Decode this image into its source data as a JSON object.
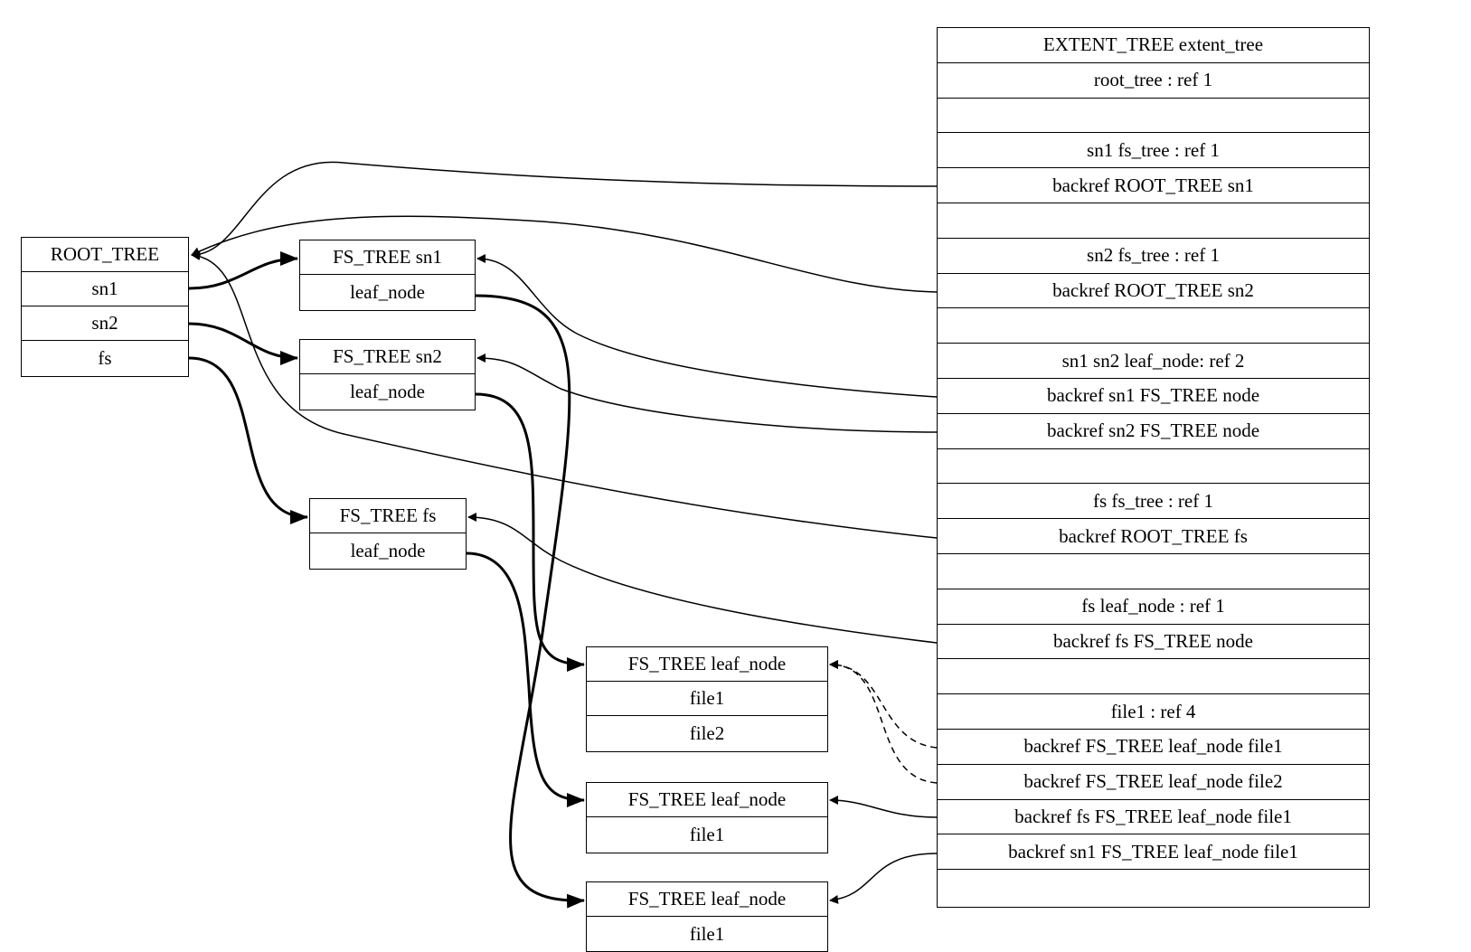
{
  "diagram": {
    "root_tree": {
      "title": "ROOT_TREE",
      "rows": [
        "sn1",
        "sn2",
        "fs"
      ]
    },
    "fs_tree_sn1": {
      "title": "FS_TREE sn1",
      "rows": [
        "leaf_node"
      ]
    },
    "fs_tree_sn2": {
      "title": "FS_TREE sn2",
      "rows": [
        "leaf_node"
      ]
    },
    "fs_tree_fs": {
      "title": "FS_TREE fs",
      "rows": [
        "leaf_node"
      ]
    },
    "leaf_a": {
      "title": "FS_TREE leaf_node",
      "rows": [
        "file1",
        "file2"
      ]
    },
    "leaf_b": {
      "title": "FS_TREE leaf_node",
      "rows": [
        "file1"
      ]
    },
    "leaf_c": {
      "title": "FS_TREE leaf_node",
      "rows": [
        "file1"
      ]
    },
    "extent_tree": {
      "title": "EXTENT_TREE extent_tree",
      "rows": [
        "root_tree : ref 1",
        "",
        "sn1 fs_tree : ref 1",
        "backref ROOT_TREE sn1",
        "",
        "sn2 fs_tree : ref 1",
        "backref ROOT_TREE sn2",
        "",
        "sn1 sn2 leaf_node: ref 2",
        "backref sn1 FS_TREE node",
        "backref sn2 FS_TREE node",
        "",
        "fs fs_tree : ref 1",
        "backref ROOT_TREE fs",
        "",
        "fs leaf_node : ref 1",
        "backref fs FS_TREE node",
        "",
        "file1 : ref 4",
        "backref FS_TREE leaf_node file1",
        "backref FS_TREE leaf_node file2",
        "backref fs FS_TREE leaf_node file1",
        "backref sn1 FS_TREE leaf_node file1",
        ""
      ]
    }
  },
  "style": {
    "stroke": "#000000",
    "background": "#ffffff"
  }
}
